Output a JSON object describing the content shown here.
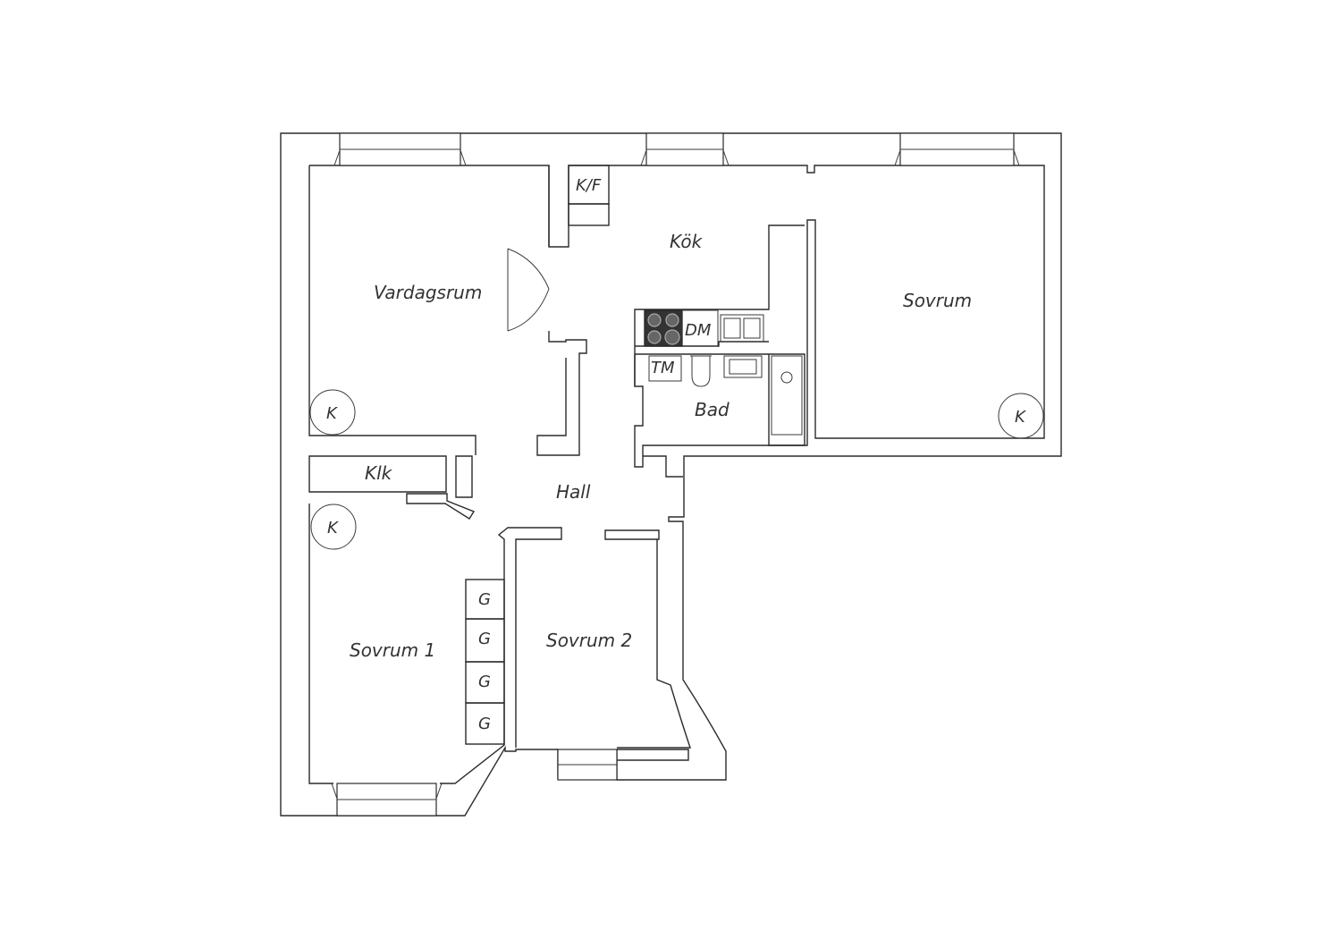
{
  "rooms": {
    "vardagsrum": "Vardagsrum",
    "kok": "Kök",
    "sovrum": "Sovrum",
    "bad": "Bad",
    "hall": "Hall",
    "klk": "Klk",
    "sovrum1": "Sovrum 1",
    "sovrum2": "Sovrum 2"
  },
  "fixtures": {
    "kf": "K/F",
    "dm": "DM",
    "tm": "TM",
    "k": "K",
    "g": "G"
  }
}
